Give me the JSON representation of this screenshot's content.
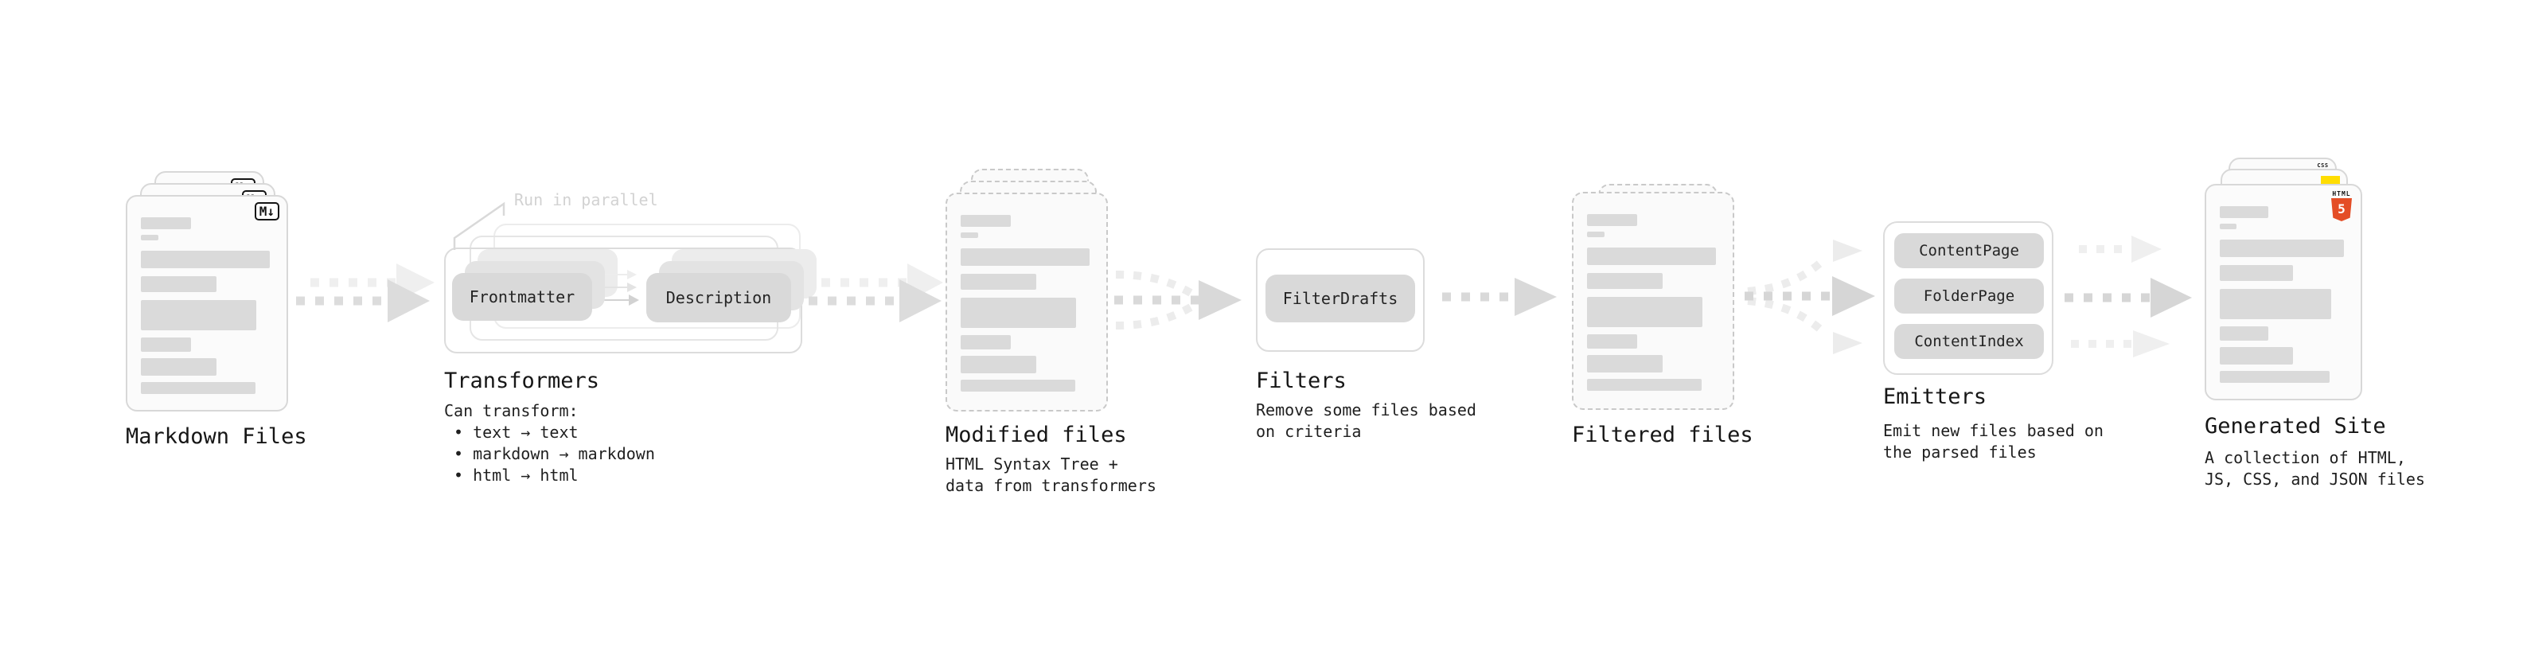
{
  "colors": {
    "card_bg": "#fbfbfb",
    "card_border": "#d8d8d8",
    "dashed_border": "#c9c9c9",
    "placeholder_bar": "#dadada",
    "pill_bg": "#d9d9d9",
    "arrow_main": "#dcdcdc",
    "arrow_light": "#efefef",
    "text": "#161616",
    "parallel_note_text": "#d2d2d2",
    "html5_orange": "#e44d26",
    "js_yellow": "#ffdd00",
    "css_blue": "#2962f1"
  },
  "stages": {
    "markdown_files": {
      "label": "Markdown Files",
      "file_badge": "M↓"
    },
    "transformers": {
      "label": "Transformers",
      "parallel_note": "Run in parallel",
      "pills": [
        "Frontmatter",
        "Description"
      ],
      "sub_title": "Can transform:",
      "bullets": [
        "• text → text",
        "• markdown → markdown",
        "• html → html"
      ]
    },
    "modified_files": {
      "label": "Modified files",
      "sub_lines": [
        "HTML Syntax Tree +",
        "data from transformers"
      ]
    },
    "filters": {
      "label": "Filters",
      "pills": [
        "FilterDrafts"
      ],
      "sub_lines": [
        "Remove some files based",
        "on criteria"
      ]
    },
    "filtered_files": {
      "label": "Filtered files"
    },
    "emitters": {
      "label": "Emitters",
      "pills": [
        "ContentPage",
        "FolderPage",
        "ContentIndex"
      ],
      "sub_lines": [
        "Emit new files based on",
        "the parsed files"
      ]
    },
    "generated_site": {
      "label": "Generated Site",
      "sub_lines": [
        "A collection of HTML,",
        "JS, CSS, and JSON files"
      ],
      "badges": {
        "html_label": "HTML",
        "html_number": "5",
        "css_label": "CSS"
      }
    }
  }
}
